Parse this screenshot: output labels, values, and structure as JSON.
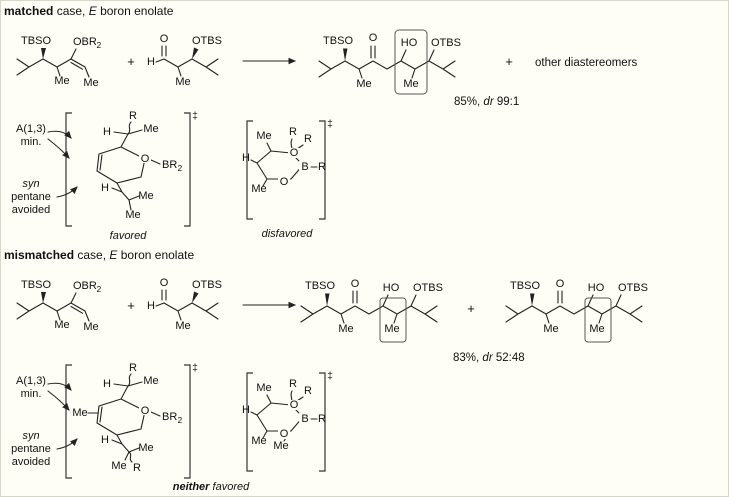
{
  "matched": {
    "title_bold": "matched",
    "title_mid": " case, ",
    "title_em": "E",
    "title_end": " boron enolate",
    "yield_pre": "85%, ",
    "yield_em": "dr",
    "yield_post": " 99:1",
    "other": "other diastereomers",
    "favored": "favored",
    "disfavored": "disfavored"
  },
  "mismatched": {
    "title_bold": "mismatched",
    "title_mid": " case, ",
    "title_em": "E",
    "title_end": " boron enolate",
    "yield_pre": "83%, ",
    "yield_em": "dr",
    "yield_post": " 52:48",
    "neither_em": "neither",
    "neither_rest": " favored"
  },
  "annotations": {
    "a13": "A(1,3)",
    "min": "min.",
    "syn": "syn",
    "pentane": "pentane",
    "avoided": "avoided",
    "double_dagger": "‡"
  },
  "atoms": {
    "TBSO": "TBSO",
    "OTBS": "OTBS",
    "OBR": "OBR",
    "BR": "BR",
    "sub2": "2",
    "Me": "Me",
    "H": "H",
    "O": "O",
    "HO": "HO",
    "R": "R",
    "B": "B"
  },
  "symbols": {
    "plus": "+"
  }
}
